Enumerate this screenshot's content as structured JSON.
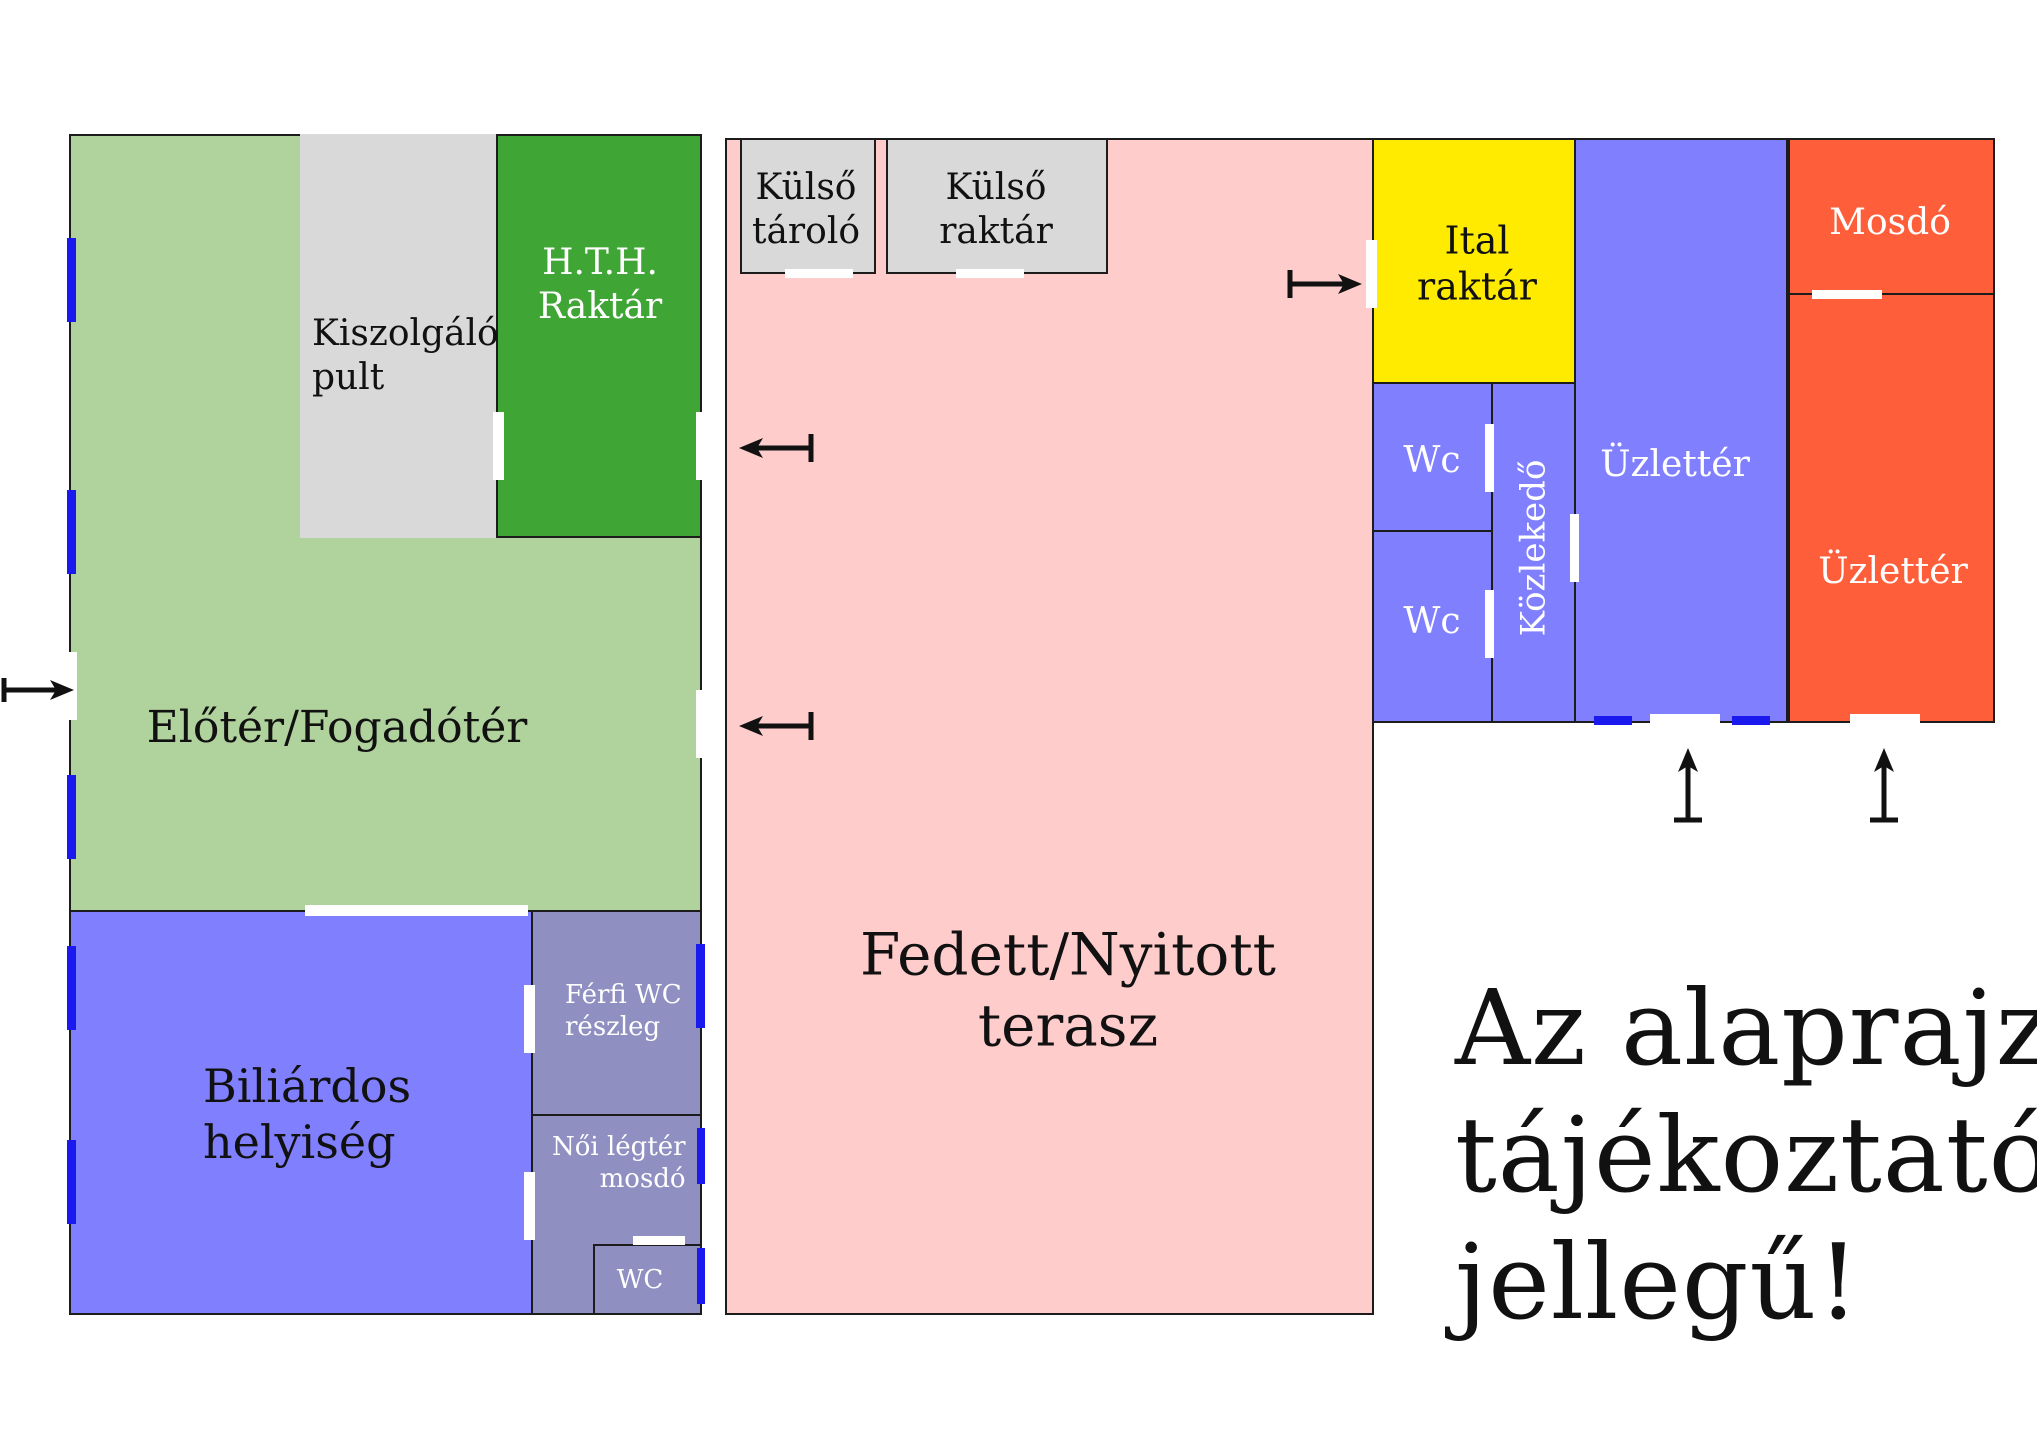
{
  "colors": {
    "lobby": "#b0d29c",
    "counter": "#d9d9d9",
    "storage_hth": "#3fa535",
    "storage_outer": "#d9d9d9",
    "terrace": "#ffcccc",
    "drink_storage": "#ffeb00",
    "blue_rooms": "#8080ff",
    "wc_rooms": "#8f8fc2",
    "shop_red": "#ff5e3a",
    "window": "#1a1aee",
    "door": "#ffffff"
  },
  "rooms": {
    "lobby": "Előtér/Fogadótér",
    "counter": "Kiszolgáló\npult",
    "hth_storage": "H.T.H.\nRaktár",
    "outer_storage_1": "Külső\ntároló",
    "outer_storage_2": "Külső\nraktár",
    "terrace": "Fedett/Nyitott\nterasz",
    "drink_storage": "Ital\nraktár",
    "wc_1": "Wc",
    "wc_2": "Wc",
    "corridor": "Közlekedő",
    "shop_blue": "Üzlettér",
    "washroom": "Mosdó",
    "shop_red": "Üzlettér",
    "billiard": "Biliárdos\nhelyiség",
    "mens_wc": "Férfi WC\nrészleg",
    "womens_washroom": "Női légtér\nmosdó",
    "wc_small": "WC"
  },
  "note": "Az alaprajz\ntájékoztató\njellegű!",
  "icons": [
    "entrance-arrow-icon"
  ]
}
